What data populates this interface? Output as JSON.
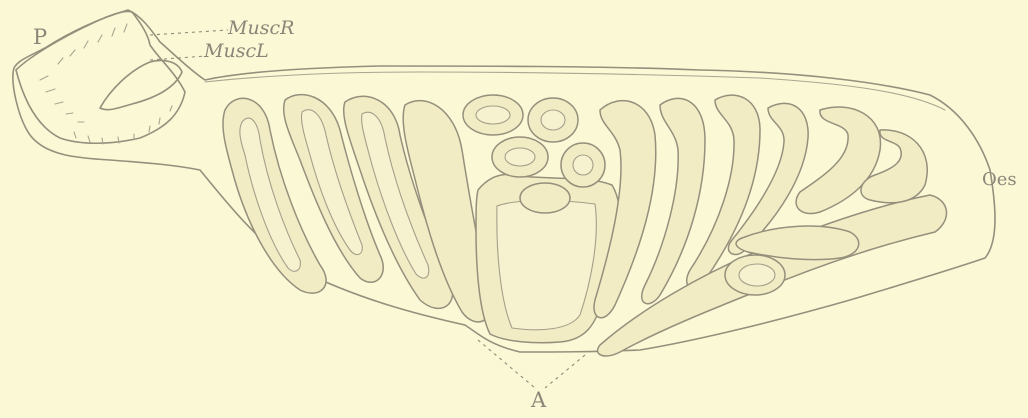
{
  "labels": {
    "p": "P",
    "musc_r": "MuscR",
    "musc_l": "MuscL",
    "oes": "Oes",
    "a": "A"
  },
  "colors": {
    "paper": "#fbf8d6",
    "tissue": "#f3eec9",
    "outline": "#958f7c",
    "label": "#8a8678"
  }
}
